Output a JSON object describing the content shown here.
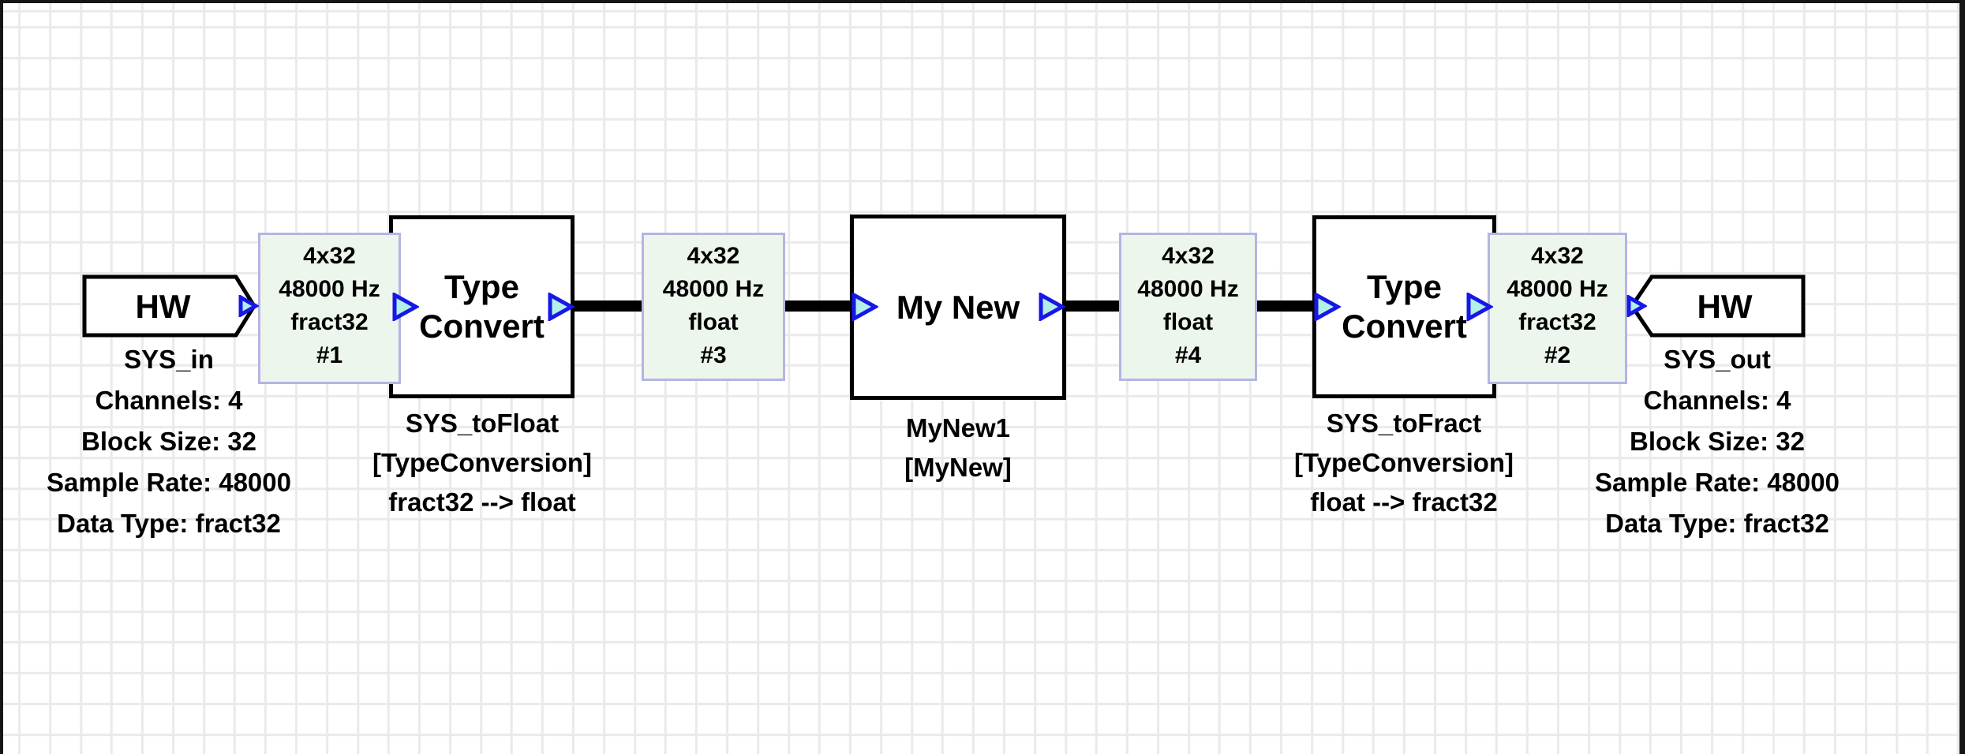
{
  "window": {
    "border_color": "#161616",
    "grid_color": "#eaeaea",
    "background": "#ffffff"
  },
  "colors": {
    "module_fill": "#ffffff",
    "module_border": "#000000",
    "wirebox_fill": "#edf6ec",
    "wirebox_border": "#b4b4e4",
    "pin_fill": "#b2f0e6",
    "pin_stroke": "#1717e8",
    "wire_color": "#000000",
    "text_color": "#000000"
  },
  "modules": {
    "hw_in": {
      "title": "HW",
      "name": "SYS_in",
      "props": [
        "Channels: 4",
        "Block Size: 32",
        "Sample Rate: 48000",
        "Data Type: fract32"
      ]
    },
    "to_float": {
      "title": "Type Convert",
      "name": "SYS_toFloat",
      "type": "[TypeConversion]",
      "conversion": "fract32 --> float"
    },
    "my_new": {
      "title": "My New",
      "name": "MyNew1",
      "type": "[MyNew]"
    },
    "to_fract": {
      "title": "Type Convert",
      "name": "SYS_toFract",
      "type": "[TypeConversion]",
      "conversion": "float --> fract32"
    },
    "hw_out": {
      "title": "HW",
      "name": "SYS_out",
      "props": [
        "Channels: 4",
        "Block Size: 32",
        "Sample Rate: 48000",
        "Data Type: fract32"
      ]
    }
  },
  "wire_labels": {
    "w1": {
      "size": "4x32",
      "rate": "48000 Hz",
      "dtype": "fract32",
      "id": "#1"
    },
    "w3": {
      "size": "4x32",
      "rate": "48000 Hz",
      "dtype": "float",
      "id": "#3"
    },
    "w4": {
      "size": "4x32",
      "rate": "48000 Hz",
      "dtype": "float",
      "id": "#4"
    },
    "w2": {
      "size": "4x32",
      "rate": "48000 Hz",
      "dtype": "fract32",
      "id": "#2"
    }
  }
}
